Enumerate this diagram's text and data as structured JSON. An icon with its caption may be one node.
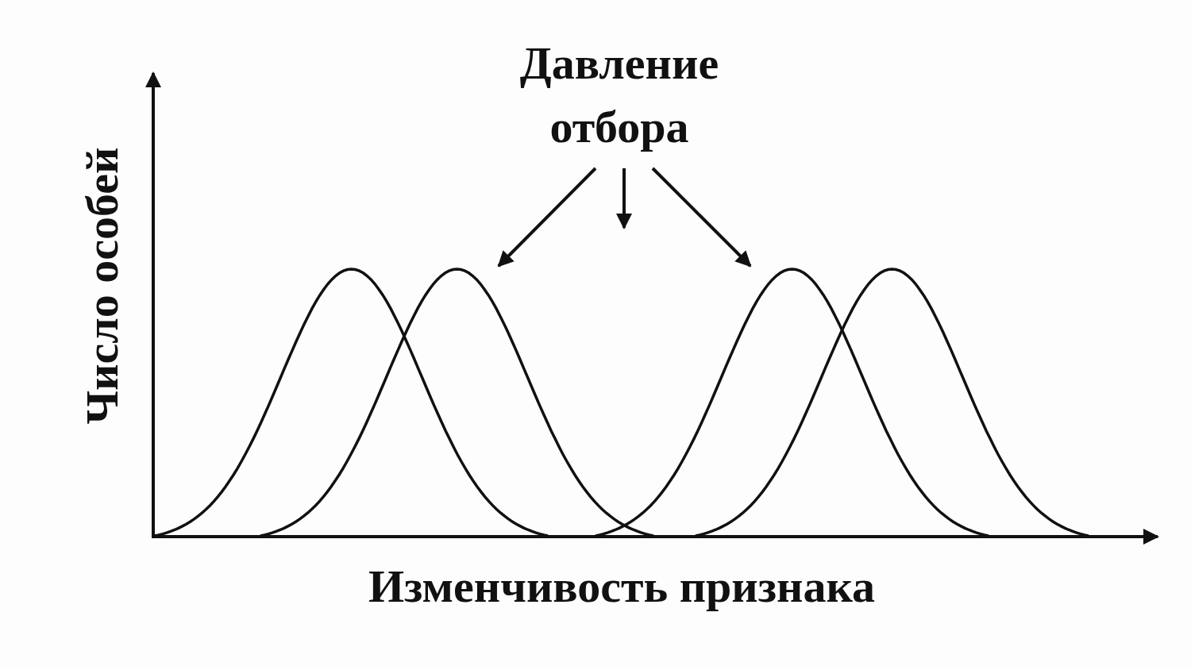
{
  "diagram": {
    "nodes": [
      {
        "text": [
          "Давление отбора"
        ]
      },
      {
        "text": [],
        "shape": "curve"
      },
      {
        "text": [],
        "shape": "curve"
      },
      {
        "text": [],
        "shape": "curve"
      },
      {
        "text": [],
        "shape": "curve"
      }
    ],
    "edges": [
      {
        "from": 0,
        "to": 2,
        "arrow": "to"
      },
      {
        "from": 0,
        "to": null,
        "arrow": "to"
      },
      {
        "from": 0,
        "to": 3,
        "arrow": "to"
      }
    ],
    "labels": [
      "Число особей",
      "Изменчивость признака"
    ]
  }
}
